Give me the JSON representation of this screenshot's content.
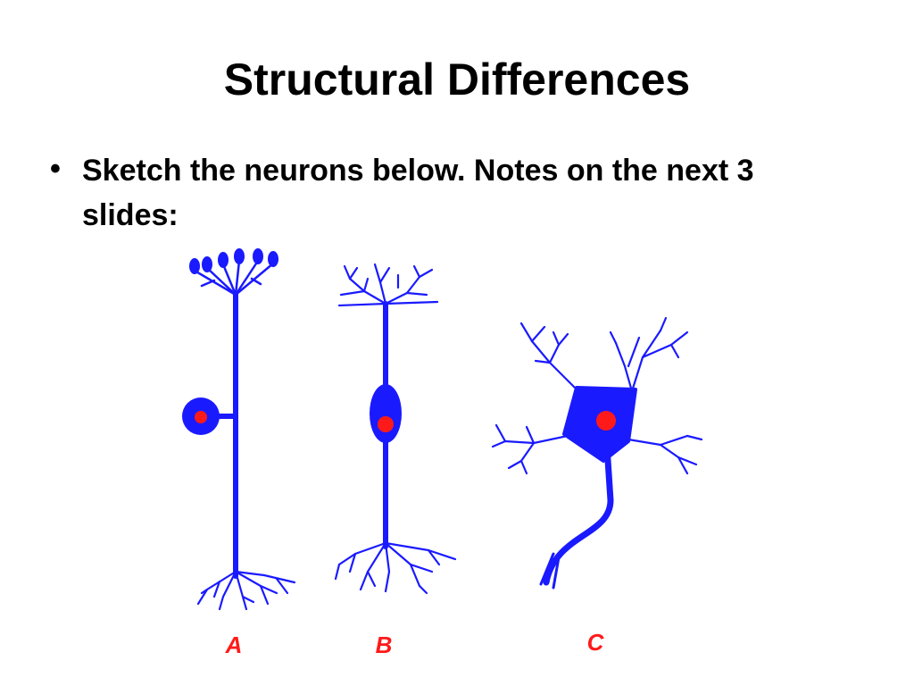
{
  "slide": {
    "title": "Structural Differences",
    "bullet_marker": "•",
    "bullet_text": "Sketch the neurons below. Notes on the next 3 slides:"
  },
  "figure": {
    "neuron_color": "#1a1aff",
    "nucleus_color": "#ff1a1a",
    "label_color": "#ff1a1a",
    "labels": {
      "a": "A",
      "b": "B",
      "c": "C"
    }
  }
}
